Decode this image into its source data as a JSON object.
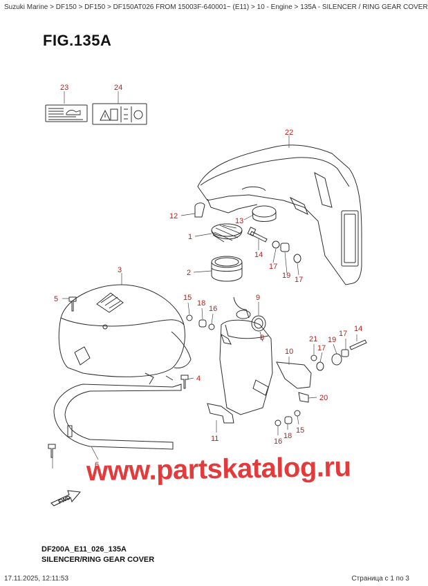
{
  "breadcrumb": "Suzuki Marine > DF150 > DF150 > DF150AT026 FROM 15003F-640001~ (E11) > 10 - Engine > 135A - SILENCER / RING GEAR COVER",
  "figure": {
    "title": "FIG.135A",
    "code": "DF200A_E11_026_135A",
    "caption": "SILENCER/RING GEAR COVER"
  },
  "watermark": "www.partskatalog.ru",
  "direction_label": "FWD",
  "callouts": {
    "c1": "1",
    "c2": "2",
    "c3": "3",
    "c4": "4",
    "c5": "5",
    "c6": "6",
    "c8": "8",
    "c9": "9",
    "c10": "10",
    "c11": "11",
    "c12": "12",
    "c13": "13",
    "c14a": "14",
    "c14b": "14",
    "c15a": "15",
    "c15b": "15",
    "c16a": "16",
    "c16b": "16",
    "c17a": "17",
    "c17b": "17",
    "c17c": "17",
    "c17d": "17",
    "c18a": "18",
    "c18b": "18",
    "c19a": "19",
    "c19b": "19",
    "c20": "20",
    "c21": "21",
    "c22": "22",
    "c23": "23",
    "c24": "24"
  },
  "footer": {
    "datetime": "17.11.2025, 12:11:53",
    "page": "Страница с 1 по 3"
  }
}
